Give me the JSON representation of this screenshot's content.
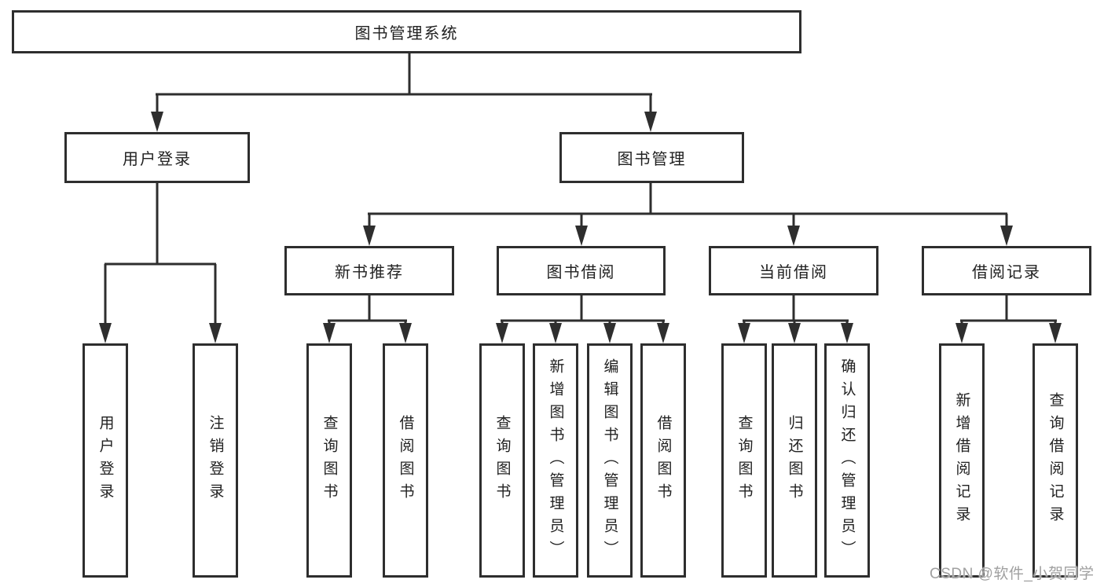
{
  "diagram": {
    "root": {
      "label": "图书管理系统",
      "children": [
        {
          "label": "用户登录",
          "children": [
            {
              "label": "用户登录"
            },
            {
              "label": "注销登录"
            }
          ]
        },
        {
          "label": "图书管理",
          "children": [
            {
              "label": "新书推荐",
              "children": [
                {
                  "label": "查询图书"
                },
                {
                  "label": "借阅图书"
                }
              ]
            },
            {
              "label": "图书借阅",
              "children": [
                {
                  "label": "查询图书"
                },
                {
                  "label": "新增图书（管理员）"
                },
                {
                  "label": "编辑图书（管理员）"
                },
                {
                  "label": "借阅图书"
                }
              ]
            },
            {
              "label": "当前借阅",
              "children": [
                {
                  "label": "查询图书"
                },
                {
                  "label": "归还图书"
                },
                {
                  "label": "确认归还（管理员）"
                }
              ]
            },
            {
              "label": "借阅记录",
              "children": [
                {
                  "label": "新增借阅记录"
                },
                {
                  "label": "查询借阅记录"
                }
              ]
            }
          ]
        }
      ]
    }
  },
  "watermark": {
    "text": "CSDN @软件_小贺同学"
  },
  "colors": {
    "line": "#2e2e2e",
    "text": "#212121",
    "watermark": "#a0a0a0",
    "background": "#ffffff"
  }
}
